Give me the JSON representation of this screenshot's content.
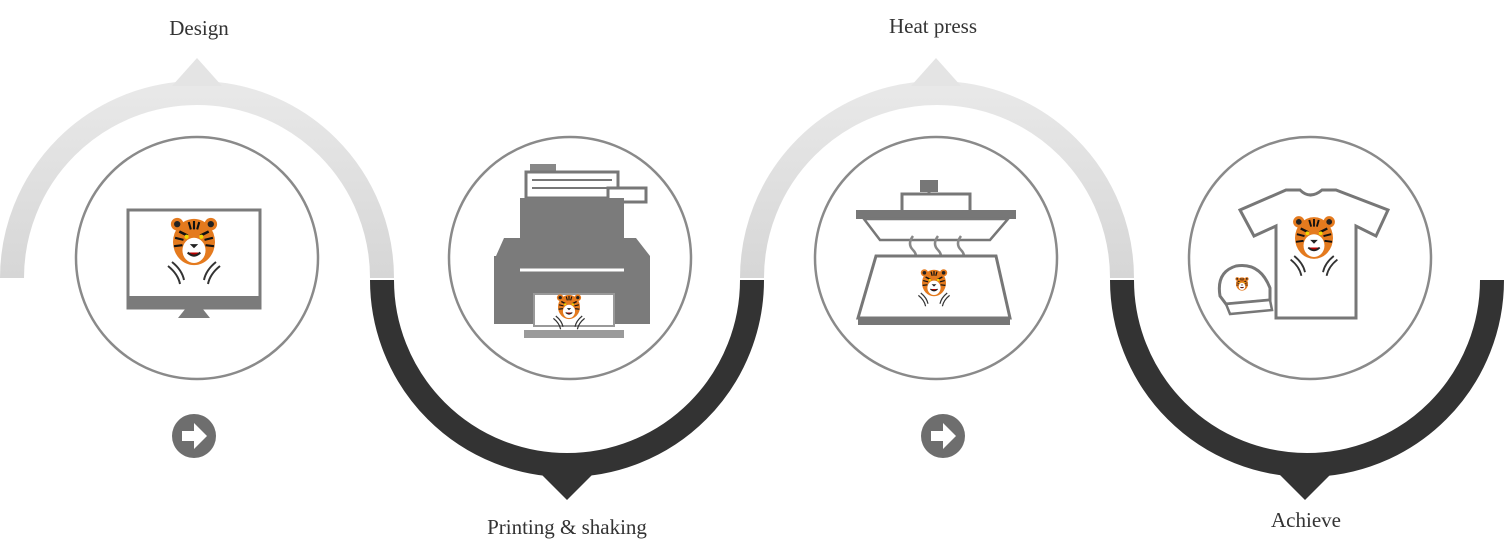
{
  "steps": [
    {
      "label": "Design",
      "icon": "monitor-tiger-icon"
    },
    {
      "label": "Printing & shaking",
      "icon": "printer-icon"
    },
    {
      "label": "Heat press",
      "icon": "heat-press-icon"
    },
    {
      "label": "Achieve",
      "icon": "tshirt-cap-icon"
    }
  ],
  "next_buttons": [
    {
      "icon": "arrow-right-circle-icon"
    },
    {
      "icon": "arrow-right-circle-icon"
    }
  ],
  "colors": {
    "light_arc": "#dedede",
    "dark_arc": "#333333",
    "circle_stroke": "#8a8a8a",
    "icon_gray": "#7b7b7b",
    "tiger_orange": "#e47a1e",
    "label_text": "#333333",
    "arrow_button": "#6e6e6e"
  }
}
